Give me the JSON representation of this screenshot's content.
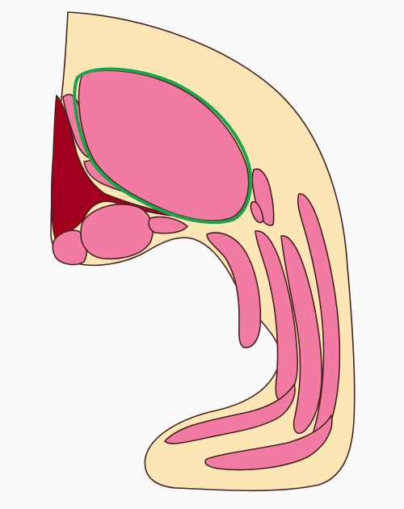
{
  "figure": {
    "kind": "anatomical-section",
    "colors": {
      "background": "#fafafa",
      "outer_tissue": "#fce6b6",
      "organ_pink": "#f27ba3",
      "dark_region": "#a0001e",
      "highlight_outline": "#1aa34a",
      "boundary_line": "#4a2020"
    },
    "regions": [
      {
        "id": "outer-tissue",
        "color_key": "outer_tissue"
      },
      {
        "id": "large-lobe",
        "color_key": "organ_pink",
        "highlighted": true
      },
      {
        "id": "dark-region",
        "color_key": "dark_region"
      },
      {
        "id": "lower-lobe-left",
        "color_key": "organ_pink"
      },
      {
        "id": "lower-lobe-middle",
        "color_key": "organ_pink"
      },
      {
        "id": "small-lobe-right",
        "color_key": "organ_pink"
      },
      {
        "id": "curved-band-outer",
        "color_key": "organ_pink"
      },
      {
        "id": "curved-band-middle",
        "color_key": "organ_pink"
      },
      {
        "id": "curved-band-inner",
        "color_key": "organ_pink"
      },
      {
        "id": "bottom-tail-band",
        "color_key": "organ_pink"
      }
    ],
    "highlight": {
      "target": "large-lobe",
      "color_key": "highlight_outline"
    }
  }
}
